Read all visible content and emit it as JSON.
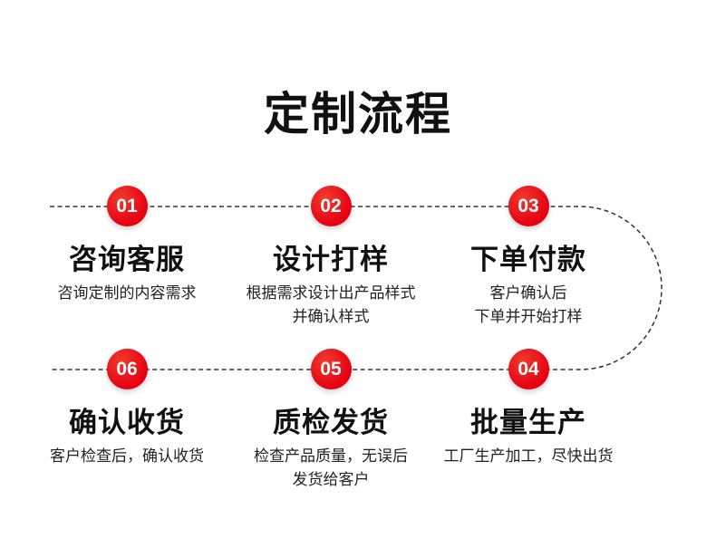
{
  "title": "定制流程",
  "colors": {
    "accent_red": "#e60012",
    "connector_line": "#333333",
    "text": "#111111"
  },
  "connector": {
    "style": "dashed",
    "shape": "two horizontal rails joined by a right-side semicircular loop"
  },
  "steps": [
    {
      "number": "01",
      "title": "咨询客服",
      "desc_lines": [
        "咨询定制的内容需求"
      ]
    },
    {
      "number": "02",
      "title": "设计打样",
      "desc_lines": [
        "根据需求设计出产品样式",
        "并确认样式"
      ]
    },
    {
      "number": "03",
      "title": "下单付款",
      "desc_lines": [
        "客户确认后",
        "下单并开始打样"
      ]
    },
    {
      "number": "04",
      "title": "批量生产",
      "desc_lines": [
        "工厂生产加工，尽快出货"
      ]
    },
    {
      "number": "05",
      "title": "质检发货",
      "desc_lines": [
        "检查产品质量，无误后",
        "发货给客户"
      ]
    },
    {
      "number": "06",
      "title": "确认收货",
      "desc_lines": [
        "客户检查后，确认收货"
      ]
    }
  ]
}
